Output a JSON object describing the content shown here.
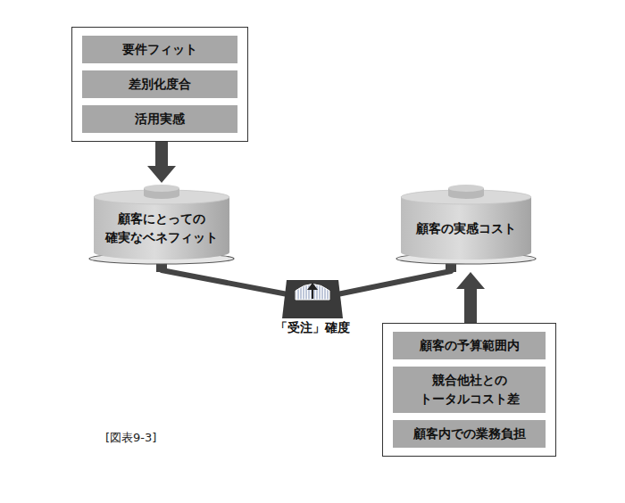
{
  "diagram": {
    "nodes": [
      {
        "text": []
      },
      {
        "text": [
          "要件フィット"
        ],
        "in": 0
      },
      {
        "text": [
          "差別化度合"
        ],
        "in": 0
      },
      {
        "text": [
          "活用実感"
        ],
        "in": 0
      },
      {
        "text": [
          "顧客にとっての 確実なベネフィット"
        ]
      },
      {
        "text": [
          "顧客の実感コスト"
        ]
      },
      {
        "text": []
      },
      {
        "text": [
          "顧客の予算範囲内"
        ],
        "in": 6
      },
      {
        "text": [
          "競合他社との トータルコスト差"
        ],
        "in": 6
      },
      {
        "text": [
          "顧客内での業務負担"
        ],
        "in": 6
      },
      {
        "text": [
          "「受注」確度"
        ]
      }
    ],
    "edges": [
      {
        "from": 0,
        "to": 4,
        "arrow": "to"
      },
      {
        "from": 6,
        "to": 5,
        "arrow": "to"
      }
    ],
    "labels": [
      "[図表9-3]"
    ]
  }
}
